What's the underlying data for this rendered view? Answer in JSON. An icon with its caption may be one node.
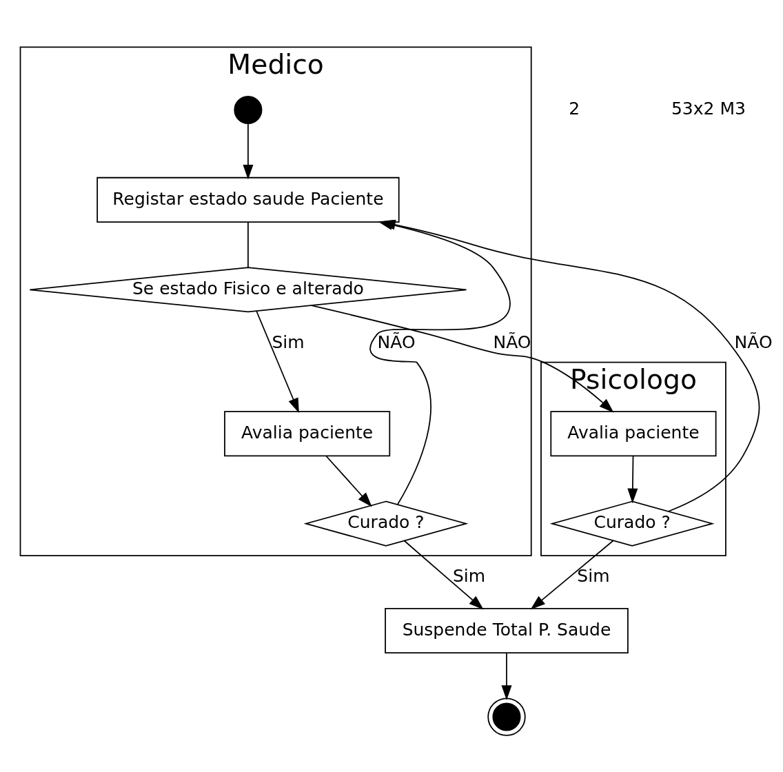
{
  "diagram": {
    "nodes": [
      {
        "text": [
          "Medico"
        ]
      },
      {
        "text": [
          "Psicologo"
        ]
      },
      {
        "text": [],
        "shape": "circle",
        "in": 0
      },
      {
        "text": [
          "Registar estado saude Paciente"
        ],
        "in": 0
      },
      {
        "text": [
          "Se estado Fisico e alterado"
        ],
        "in": 0
      },
      {
        "text": [
          "Avalia paciente"
        ],
        "in": 0
      },
      {
        "text": [
          "Curado ?"
        ],
        "in": 0
      },
      {
        "text": [
          "Avalia paciente"
        ],
        "in": 1
      },
      {
        "text": [
          "Curado ?"
        ],
        "in": 1
      },
      {
        "text": [
          "Suspende Total P. Saude"
        ]
      },
      {
        "text": [],
        "shape": "circle"
      }
    ],
    "edges": [
      {
        "from": 2,
        "to": 3,
        "arrow": "to"
      },
      {
        "from": 3,
        "to": 4,
        "arrow": "none"
      },
      {
        "from": 4,
        "to": 7,
        "arrow": "to",
        "label": "NÃO"
      },
      {
        "from": 4,
        "to": 5,
        "arrow": "to",
        "label": "Sim"
      },
      {
        "from": 5,
        "to": 6,
        "arrow": "to"
      },
      {
        "from": 6,
        "to": 3,
        "arrow": "to",
        "label": "NÃO"
      },
      {
        "from": 6,
        "to": 9,
        "arrow": "to",
        "label": "Sim"
      },
      {
        "from": 7,
        "to": 8,
        "arrow": "to"
      },
      {
        "from": 8,
        "to": 3,
        "arrow": "to",
        "label": "NÃO"
      },
      {
        "from": 8,
        "to": 9,
        "arrow": "to",
        "label": "Sim"
      },
      {
        "from": 9,
        "to": 10,
        "arrow": "to"
      }
    ],
    "labels": [
      "2",
      "53x2 M3"
    ]
  }
}
